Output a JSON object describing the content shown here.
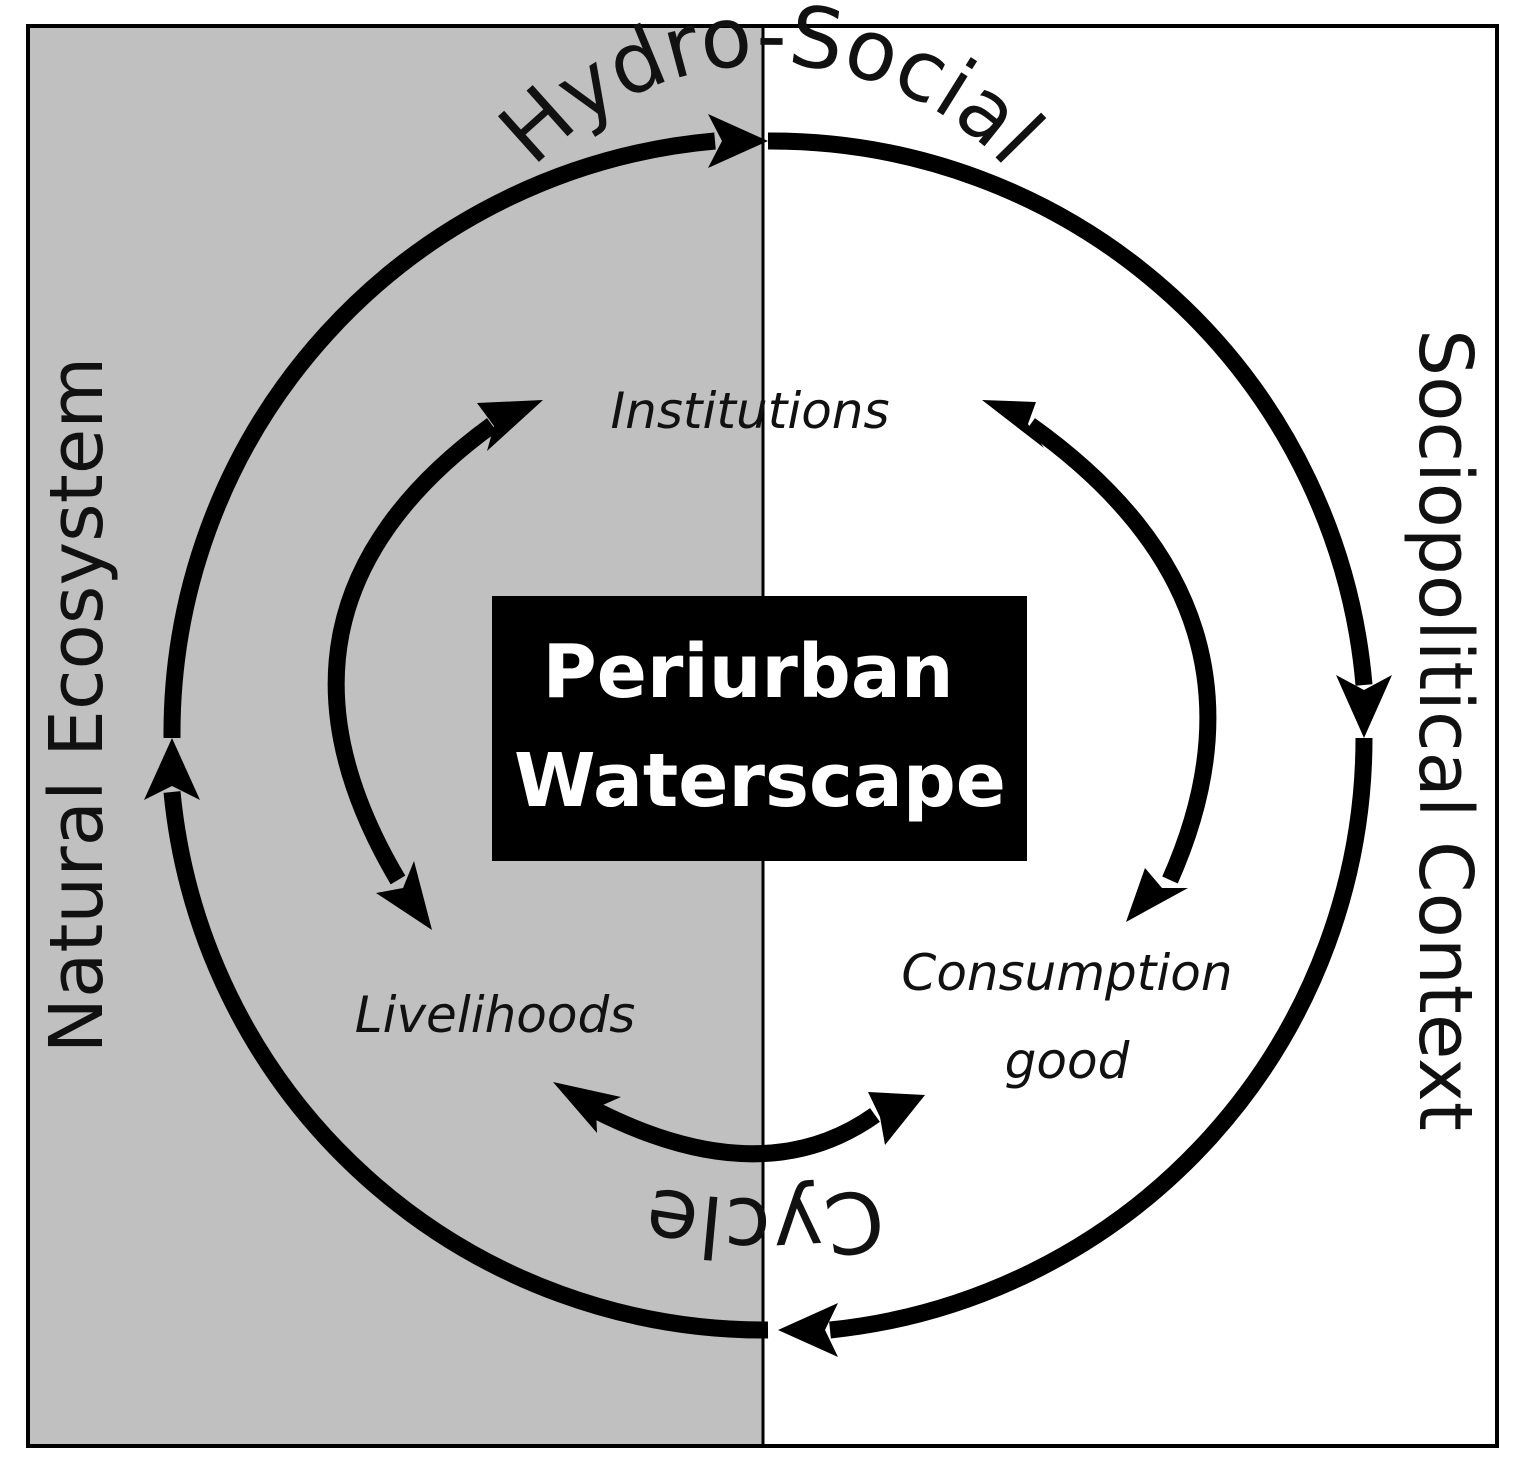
{
  "panels": {
    "left_fill": "#c0c0c0",
    "right_fill": "#ffffff",
    "border_color": "#000000"
  },
  "labels": {
    "left_side": "Natural Ecosystem",
    "right_side": "Sociopolitical Context",
    "cycle_top": "Hydro-Social",
    "cycle_bottom": "Cycle"
  },
  "center_box": {
    "line1": "Periurban",
    "line2": "Waterscape",
    "background": "#000000",
    "text_color": "#ffffff"
  },
  "nodes": {
    "institutions": "Institutions",
    "livelihoods": "Livelihoods",
    "consumption_line1": "Consumption",
    "consumption_line2": "good"
  }
}
